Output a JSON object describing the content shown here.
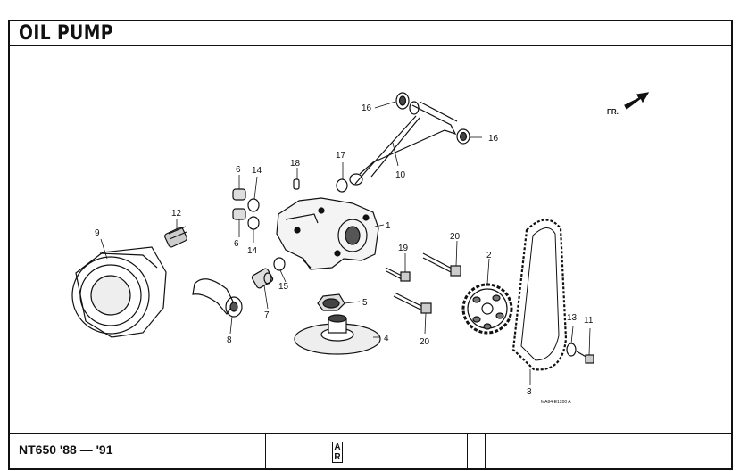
{
  "title": "OIL PUMP",
  "model": "NT650 '88 — '91",
  "ar_mark": [
    "A",
    "R"
  ],
  "direction_marker": "FR.",
  "figure_code": "MA84-E1200 A",
  "callouts": {
    "c1": "1",
    "c2": "2",
    "c3": "3",
    "c4": "4",
    "c5": "5",
    "c6a": "6",
    "c6b": "6",
    "c7": "7",
    "c8": "8",
    "c9": "9",
    "c10": "10",
    "c11": "11",
    "c12": "12",
    "c13": "13",
    "c14a": "14",
    "c14b": "14",
    "c15": "15",
    "c16a": "16",
    "c16b": "16",
    "c17": "17",
    "c18": "18",
    "c19": "19",
    "c20a": "20",
    "c20b": "20"
  }
}
